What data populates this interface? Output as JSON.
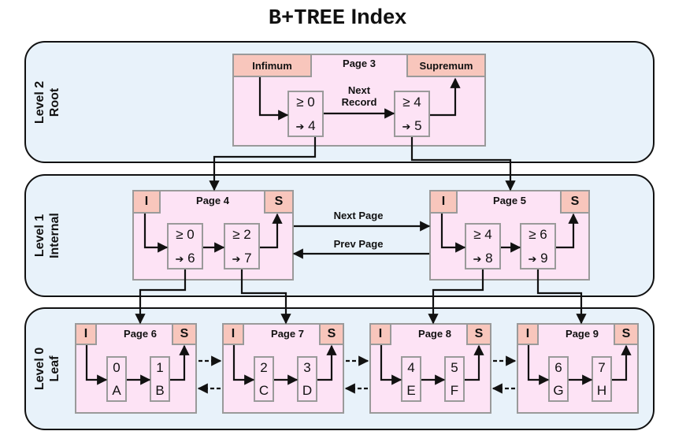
{
  "title": {
    "prefix": "B+TREE",
    "suffix": "Index"
  },
  "levels": [
    {
      "name": "Level 2",
      "kind": "Root"
    },
    {
      "name": "Level 1",
      "kind": "Internal"
    },
    {
      "name": "Level 0",
      "kind": "Leaf"
    }
  ],
  "root": {
    "title": "Page 3",
    "infimum": "Infimum",
    "supremum": "Supremum",
    "records": [
      {
        "key": "≥ 0",
        "ptr": "4"
      },
      {
        "key": "≥ 4",
        "ptr": "5"
      }
    ],
    "link_label_1": "Next",
    "link_label_2": "Record"
  },
  "internal": [
    {
      "title": "Page 4",
      "inf": "I",
      "sup": "S",
      "records": [
        {
          "key": "≥ 0",
          "ptr": "6"
        },
        {
          "key": "≥ 2",
          "ptr": "7"
        }
      ]
    },
    {
      "title": "Page 5",
      "inf": "I",
      "sup": "S",
      "records": [
        {
          "key": "≥ 4",
          "ptr": "8"
        },
        {
          "key": "≥ 6",
          "ptr": "9"
        }
      ]
    }
  ],
  "internal_links": {
    "next": "Next Page",
    "prev": "Prev Page"
  },
  "leaves": [
    {
      "title": "Page 6",
      "inf": "I",
      "sup": "S",
      "records": [
        {
          "key": "0",
          "val": "A"
        },
        {
          "key": "1",
          "val": "B"
        }
      ]
    },
    {
      "title": "Page 7",
      "inf": "I",
      "sup": "S",
      "records": [
        {
          "key": "2",
          "val": "C"
        },
        {
          "key": "3",
          "val": "D"
        }
      ]
    },
    {
      "title": "Page 8",
      "inf": "I",
      "sup": "S",
      "records": [
        {
          "key": "4",
          "val": "E"
        },
        {
          "key": "5",
          "val": "F"
        }
      ]
    },
    {
      "title": "Page 9",
      "inf": "I",
      "sup": "S",
      "records": [
        {
          "key": "6",
          "val": "G"
        },
        {
          "key": "7",
          "val": "H"
        }
      ]
    }
  ]
}
